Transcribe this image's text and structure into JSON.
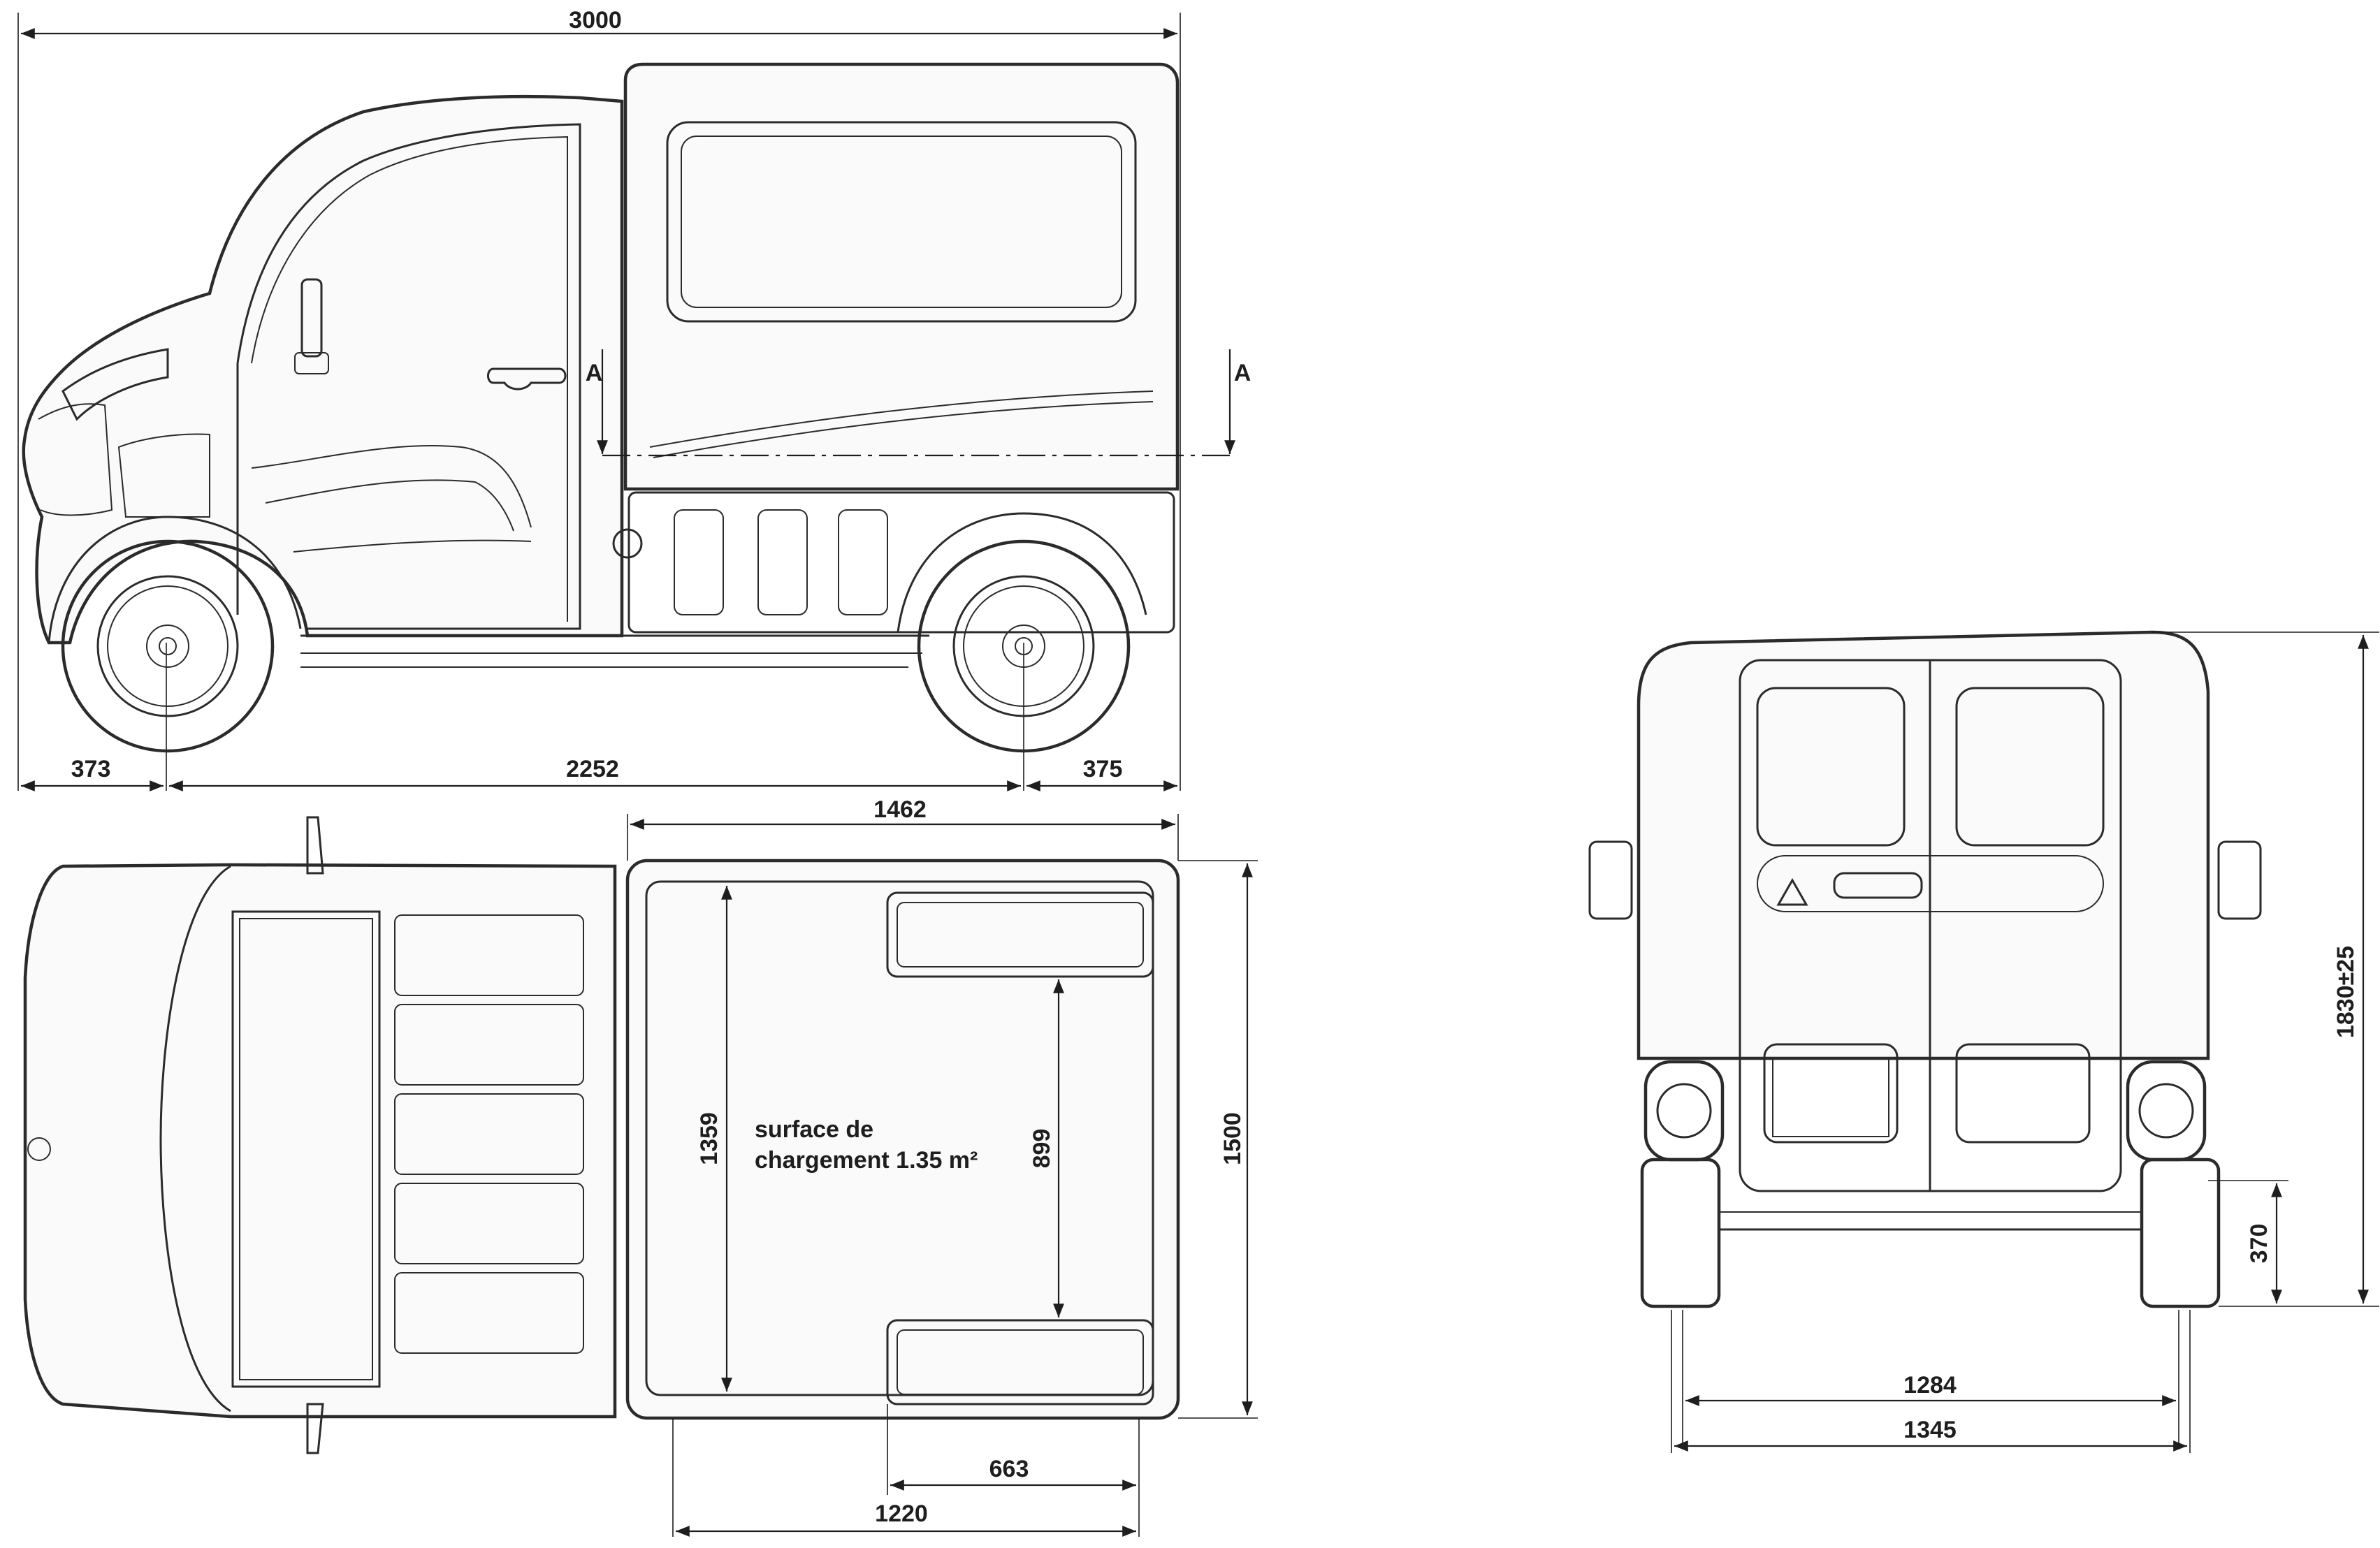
{
  "views": {
    "side": {
      "overall_length": "3000",
      "front_overhang": "373",
      "wheelbase": "2252",
      "rear_overhang": "375",
      "section_mark_left": "A",
      "section_mark_right": "A"
    },
    "top": {
      "box_length": "1462",
      "box_width": "1500",
      "inner_length": "1359",
      "between_arches": "899",
      "arch_length": "663",
      "floor_length": "1220",
      "surface_label_line1": "surface de",
      "surface_label_line2": "chargement 1.35 m²"
    },
    "rear": {
      "height": "1830±25",
      "step_height": "370",
      "track_inner": "1284",
      "track_outer": "1345"
    }
  },
  "colors": {
    "line": "#2b2b2b",
    "dimension": "#1e1e1e",
    "background": "#ffffff"
  }
}
